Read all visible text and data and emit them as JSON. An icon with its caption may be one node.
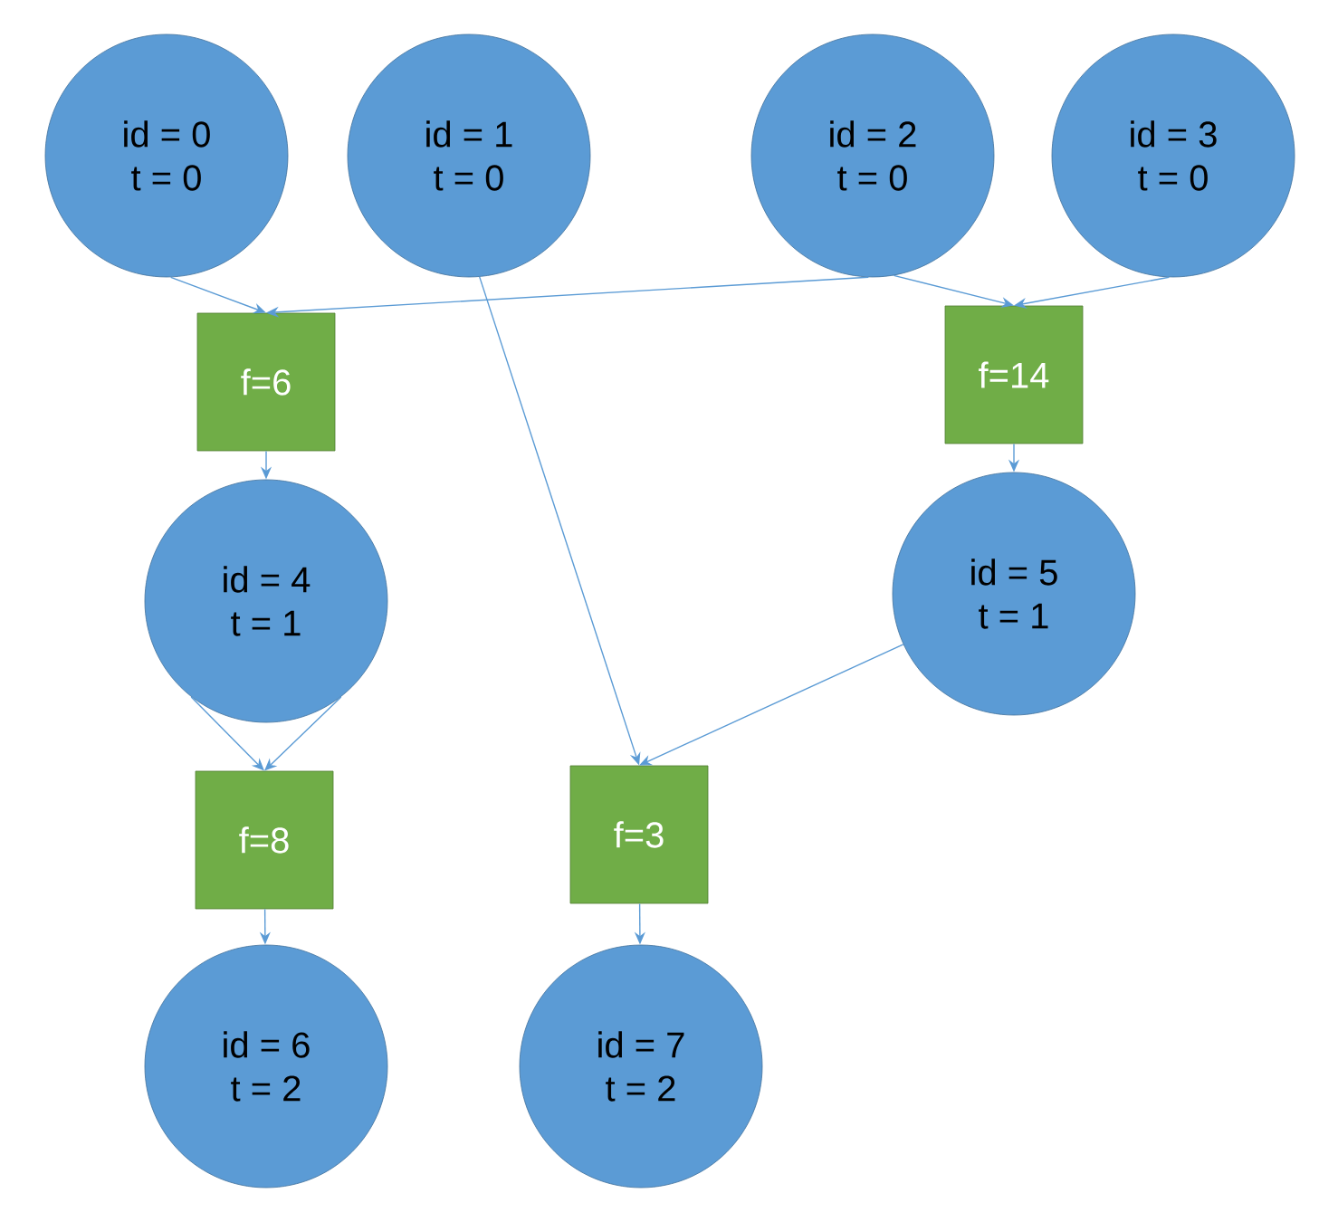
{
  "diagram": {
    "nodes": [
      {
        "text": [
          "id = 0",
          "t = 0"
        ]
      },
      {
        "text": [
          "id = 1",
          "t = 0"
        ]
      },
      {
        "text": [
          "id = 2",
          "t = 0"
        ]
      },
      {
        "text": [
          "id = 3",
          "t = 0"
        ]
      },
      {
        "text": [
          "f=6"
        ]
      },
      {
        "text": [
          "f=14"
        ]
      },
      {
        "text": [
          "id = 4",
          "t = 1"
        ]
      },
      {
        "text": [
          "id = 5",
          "t = 1"
        ]
      },
      {
        "text": [
          "f=8"
        ]
      },
      {
        "text": [
          "f=3"
        ]
      },
      {
        "text": [
          "id = 6",
          "t = 2"
        ]
      },
      {
        "text": [
          "id = 7",
          "t = 2"
        ]
      }
    ],
    "edges": [
      {
        "from": 0,
        "to": 4,
        "arrow": "to"
      },
      {
        "from": 2,
        "to": 4,
        "arrow": "to"
      },
      {
        "from": 2,
        "to": 5,
        "arrow": "to"
      },
      {
        "from": 3,
        "to": 5,
        "arrow": "to"
      },
      {
        "from": 4,
        "to": 6,
        "arrow": "to"
      },
      {
        "from": 5,
        "to": 7,
        "arrow": "to"
      },
      {
        "from": 6,
        "to": 8,
        "arrow": "to"
      },
      {
        "from": 6,
        "to": 8,
        "arrow": "to"
      },
      {
        "from": 1,
        "to": 9,
        "arrow": "to"
      },
      {
        "from": 7,
        "to": 9,
        "arrow": "to"
      },
      {
        "from": 8,
        "to": 10,
        "arrow": "to"
      },
      {
        "from": 9,
        "to": 11,
        "arrow": "to"
      }
    ]
  }
}
